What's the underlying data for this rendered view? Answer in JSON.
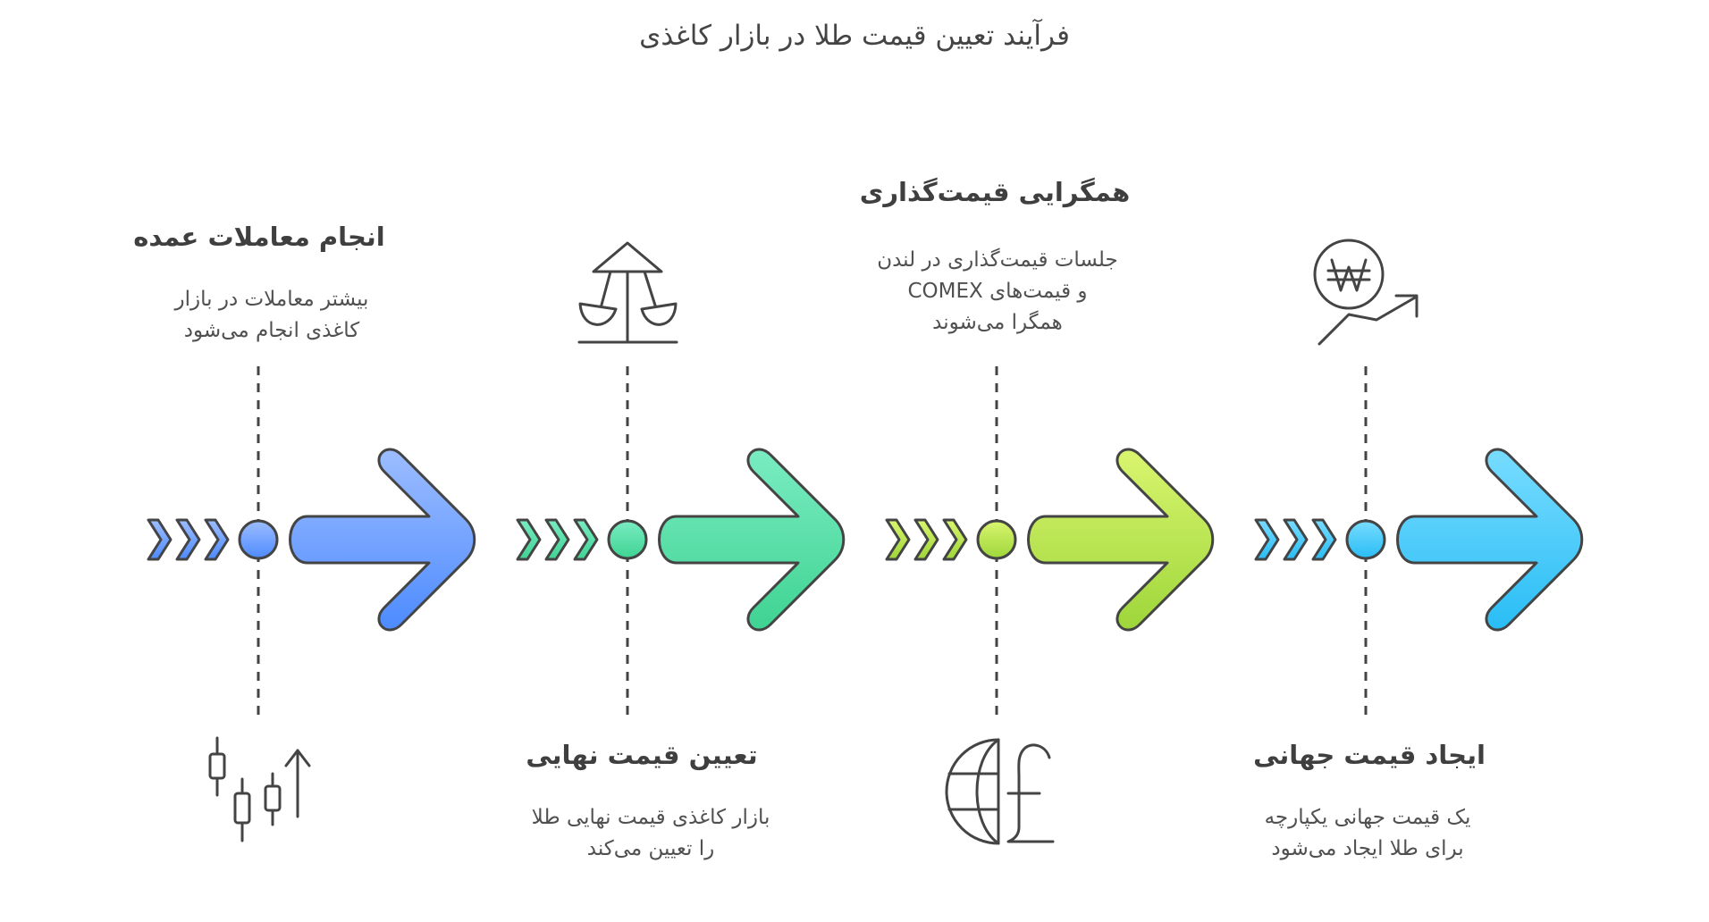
{
  "title": "فرآیند تعیین قیمت طلا در بازار کاغذی",
  "colors": {
    "outline": "#444444",
    "step_1": [
      "#9dbdff",
      "#4d8bff"
    ],
    "step_2": [
      "#7aecc2",
      "#3fd392"
    ],
    "step_3": [
      "#d9f56f",
      "#9ed63a"
    ],
    "step_4": [
      "#78dcff",
      "#29bdf5"
    ]
  },
  "steps": [
    {
      "title": "انجام معاملات عمده",
      "description": [
        "بیشتر معاملات در بازار",
        "کاغذی انجام می‌شود"
      ],
      "icon": "candlestick-chart-icon"
    },
    {
      "title": "تعیین قیمت نهایی",
      "description": [
        "بازار کاغذی قیمت نهایی طلا",
        "را تعیین می‌کند"
      ],
      "icon": "balance-scale-icon"
    },
    {
      "title": "همگرایی قیمت‌گذاری",
      "description": [
        "جلسات قیمت‌گذاری در لندن",
        "و قیمت‌های COMEX",
        "همگرا می‌شوند"
      ],
      "icon": "globe-pound-icon"
    },
    {
      "title": "ایجاد قیمت جهانی",
      "description": [
        "یک قیمت جهانی یکپارچه",
        "برای طلا ایجاد می‌شود"
      ],
      "icon": "won-trend-up-icon"
    }
  ]
}
